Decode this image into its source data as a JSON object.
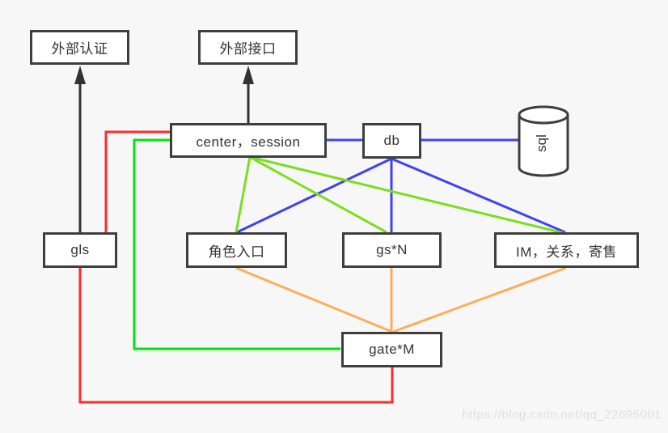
{
  "diagram": {
    "title_hint": "server architecture diagram",
    "nodes": {
      "external_auth": {
        "label": "外部认证"
      },
      "external_api": {
        "label": "外部接口"
      },
      "center": {
        "label": "center，session"
      },
      "db": {
        "label": "db"
      },
      "sql": {
        "label": "sql"
      },
      "gls": {
        "label": "gls"
      },
      "role_entry": {
        "label": "角色入口"
      },
      "gs": {
        "label": "gs*N"
      },
      "im": {
        "label": "IM，关系，寄售"
      },
      "gate": {
        "label": "gate*M"
      }
    },
    "edges": [
      {
        "from": "gls",
        "to": "external_auth",
        "color": "black",
        "style": "arrow"
      },
      {
        "from": "center",
        "to": "external_api",
        "color": "black",
        "style": "arrow"
      },
      {
        "from": "center",
        "to": "db",
        "color": "blue",
        "style": "line"
      },
      {
        "from": "db",
        "to": "sql",
        "color": "blue",
        "style": "line"
      },
      {
        "from": "db",
        "to": "role_entry",
        "color": "blue",
        "style": "line"
      },
      {
        "from": "db",
        "to": "gs",
        "color": "blue",
        "style": "line"
      },
      {
        "from": "db",
        "to": "im",
        "color": "blue",
        "style": "line"
      },
      {
        "from": "center",
        "to": "role_entry",
        "color": "lightgreen",
        "style": "line"
      },
      {
        "from": "center",
        "to": "gs",
        "color": "lightgreen",
        "style": "line"
      },
      {
        "from": "center",
        "to": "im",
        "color": "lightgreen",
        "style": "line"
      },
      {
        "from": "center",
        "to": "gate",
        "color": "green",
        "style": "elbow"
      },
      {
        "from": "center",
        "to": "gls",
        "color": "red",
        "style": "elbow"
      },
      {
        "from": "gls",
        "to": "gate",
        "color": "red",
        "style": "elbow"
      },
      {
        "from": "role_entry",
        "to": "gate",
        "color": "orange",
        "style": "line"
      },
      {
        "from": "gs",
        "to": "gate",
        "color": "orange",
        "style": "line"
      },
      {
        "from": "im",
        "to": "gate",
        "color": "orange",
        "style": "line"
      }
    ],
    "colors": {
      "black": "#333333",
      "blue": "#4141f2",
      "green": "#00e40e",
      "lightgreen": "#7edd20",
      "red": "#fb2c2c",
      "orange": "#fbaf5d",
      "node_border": "#3e3e3e",
      "node_fill": "#ffffff",
      "background": "#f7f7f7"
    },
    "watermark": "https://blog.csdn.net/qq_22695001"
  }
}
